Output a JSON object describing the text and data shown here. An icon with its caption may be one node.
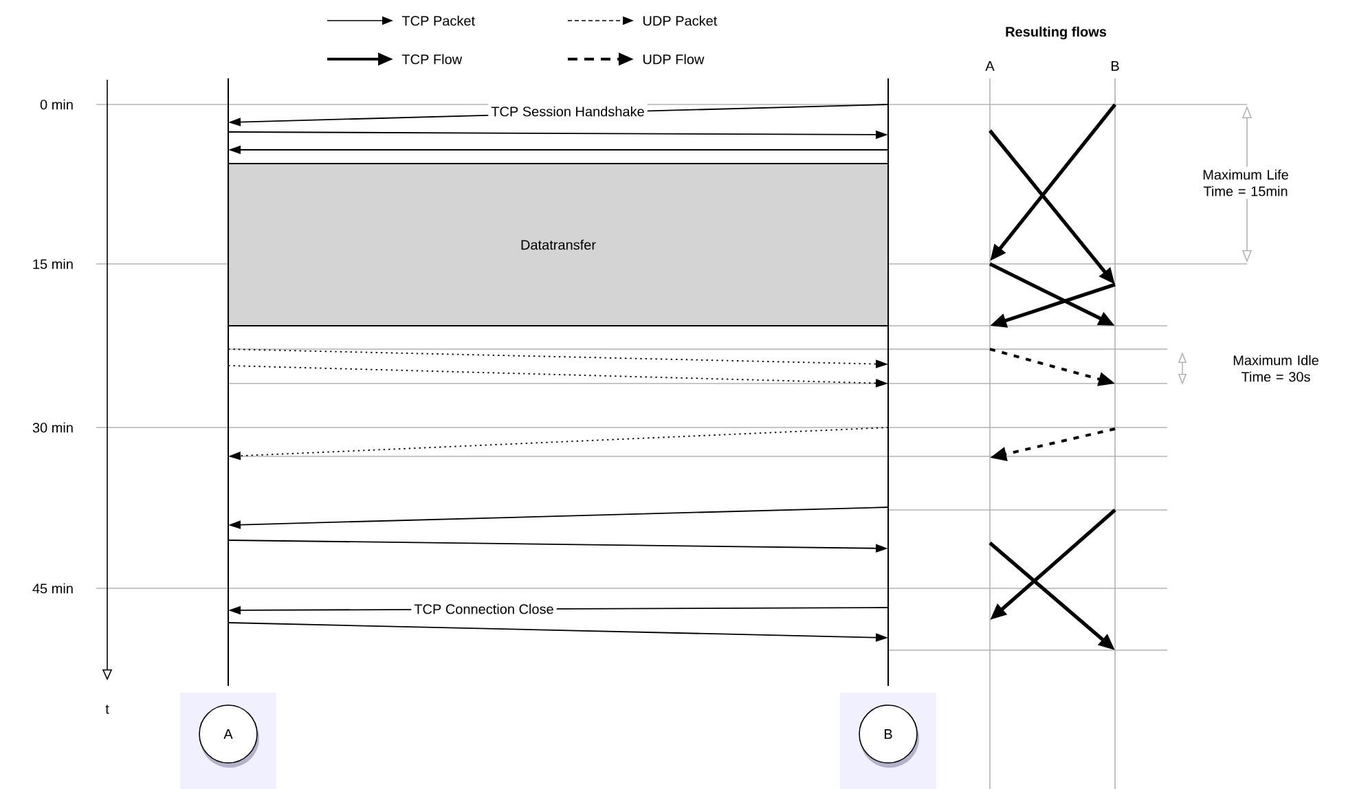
{
  "diagram": {
    "nodes": [
      {
        "text": [
          "A"
        ]
      },
      {
        "text": [
          "B"
        ]
      },
      {
        "text": [
          "Datatransfer"
        ]
      },
      {
        "text": [
          "A"
        ]
      },
      {
        "text": [
          "B"
        ]
      }
    ],
    "edges": [
      {
        "from": 4,
        "to": 3,
        "arrow": "to",
        "label": "TCP Session Handshake"
      },
      {
        "from": 3,
        "to": 4,
        "arrow": "to"
      },
      {
        "from": 4,
        "to": 3,
        "arrow": "to"
      },
      {
        "from": 3,
        "to": 4,
        "arrow": "to",
        "style": "dashed"
      },
      {
        "from": 3,
        "to": 4,
        "arrow": "to",
        "style": "dashed"
      },
      {
        "from": 4,
        "to": 3,
        "arrow": "to",
        "style": "dashed"
      },
      {
        "from": 4,
        "to": 3,
        "arrow": "to"
      },
      {
        "from": 3,
        "to": 4,
        "arrow": "to"
      },
      {
        "from": 4,
        "to": 3,
        "arrow": "to",
        "label": "TCP Connection Close"
      },
      {
        "from": 3,
        "to": 4,
        "arrow": "to"
      },
      {
        "from": 1,
        "to": 0,
        "arrow": "to",
        "style": "thick"
      },
      {
        "from": 0,
        "to": 1,
        "arrow": "to",
        "style": "thick"
      },
      {
        "from": 0,
        "to": 1,
        "arrow": "to",
        "style": "thick"
      },
      {
        "from": 1,
        "to": 0,
        "arrow": "to",
        "style": "thick"
      },
      {
        "from": 0,
        "to": 1,
        "arrow": "to",
        "style": "dashed"
      },
      {
        "from": 1,
        "to": 0,
        "arrow": "to",
        "style": "dashed"
      },
      {
        "from": 1,
        "to": 0,
        "arrow": "to",
        "style": "thick"
      },
      {
        "from": 0,
        "to": 1,
        "arrow": "to",
        "style": "thick"
      }
    ],
    "labels": [
      "Resulting flows",
      "0 min",
      "Maximum Life Time = 15min",
      "15 min",
      "Maximum Idle Time = 30s",
      "30 min",
      "45 min",
      "t"
    ],
    "legend": [
      {
        "text": "TCP Packet"
      },
      {
        "text": "UDP Packet"
      },
      {
        "text": "TCP Flow"
      },
      {
        "text": "UDP Flow"
      }
    ]
  }
}
